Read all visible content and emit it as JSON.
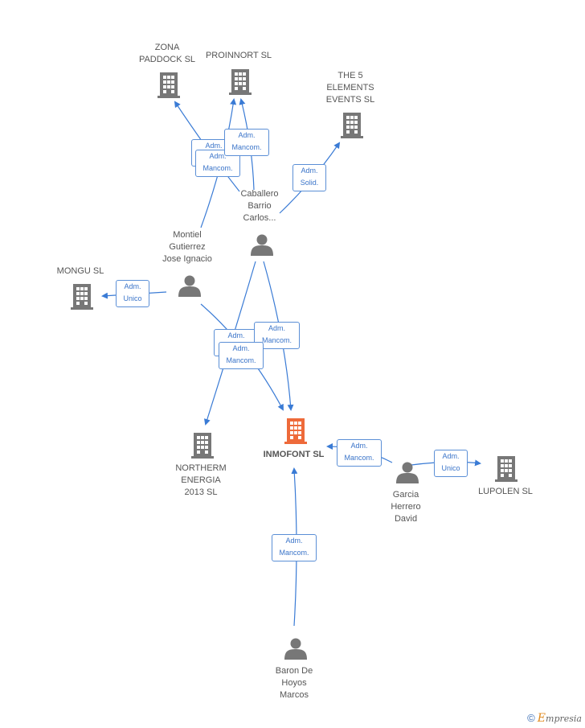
{
  "companies": {
    "zona": "ZONA\nPADDOCK SL",
    "proinnort": "PROINNORT  SL",
    "the5": "THE 5\nELEMENTS\nEVENTS  SL",
    "mongu": "MONGU SL",
    "northerm": "NORTHERM\nENERGIA\n2013  SL",
    "inmofont": "INMOFONT  SL",
    "lupolen": "LUPOLEN SL"
  },
  "persons": {
    "caballero": "Caballero\nBarrio\nCarlos...",
    "montiel": "Montiel\nGutierrez\nJose Ignacio",
    "garcia": "Garcia\nHerrero\nDavid",
    "baron": "Baron De\nHoyos\nMarcos"
  },
  "badges": {
    "b1": "Adm.\nMancom.",
    "b2": "Adm.\nMancom.",
    "b3": "Adm.\nMancom.",
    "b4": "Adm.\nSolid.",
    "b5": "Adm.\nUnico",
    "b6": "Adm.\nMancom.",
    "b7": "Adm.\nMancom.",
    "b8": "Adm.\nMancom.",
    "b9": "Adm.\nMancom.",
    "b10": "Adm.\nUnico",
    "b11": "Adm.\nMancom."
  },
  "colors": {
    "edge": "#3a7bd5",
    "building": "#777777",
    "focus": "#ee6a3a",
    "person": "#777777"
  },
  "footer": {
    "copyright": "©",
    "brand_e": "E",
    "brand_rest": "mpresia"
  }
}
